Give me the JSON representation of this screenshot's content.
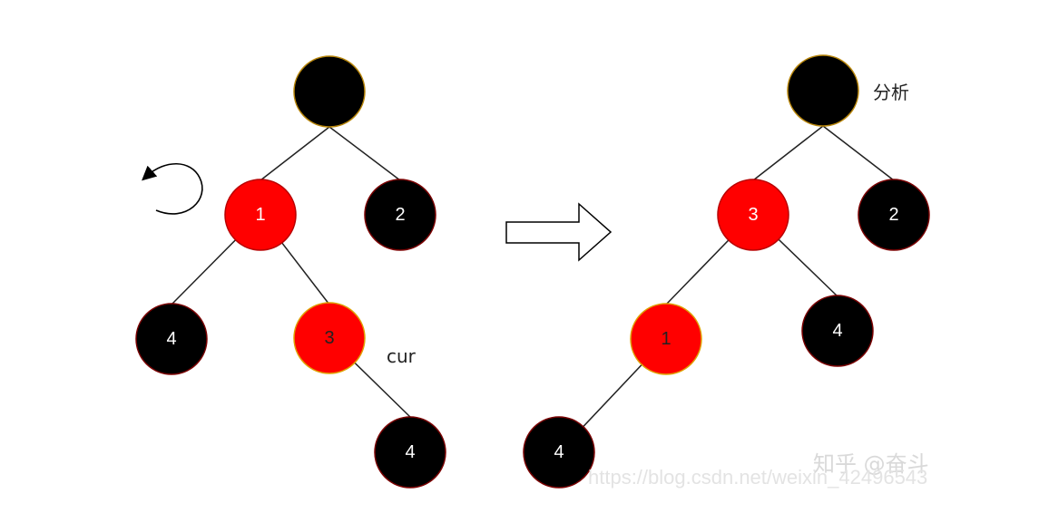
{
  "left_tree": {
    "nodes": [
      {
        "id": "root",
        "label": "",
        "color": "#000000",
        "text_color": "#ffffff"
      },
      {
        "id": "n1",
        "label": "1",
        "color": "#ff0000",
        "text_color": "#ffffff"
      },
      {
        "id": "n2",
        "label": "2",
        "color": "#000000",
        "text_color": "#ffffff"
      },
      {
        "id": "n4a",
        "label": "4",
        "color": "#000000",
        "text_color": "#ffffff"
      },
      {
        "id": "n3",
        "label": "3",
        "color": "#ff0000",
        "text_color": "#222222"
      },
      {
        "id": "n4b",
        "label": "4",
        "color": "#000000",
        "text_color": "#ffffff"
      }
    ],
    "annotation": "cur"
  },
  "right_tree": {
    "nodes": [
      {
        "id": "root",
        "label": "",
        "color": "#000000",
        "text_color": "#ffffff"
      },
      {
        "id": "n3",
        "label": "3",
        "color": "#ff0000",
        "text_color": "#ffffff"
      },
      {
        "id": "n2",
        "label": "2",
        "color": "#000000",
        "text_color": "#ffffff"
      },
      {
        "id": "n1",
        "label": "1",
        "color": "#ff0000",
        "text_color": "#222222"
      },
      {
        "id": "n4a",
        "label": "4",
        "color": "#000000",
        "text_color": "#ffffff"
      },
      {
        "id": "n4b",
        "label": "4",
        "color": "#000000",
        "text_color": "#ffffff"
      }
    ],
    "annotation": "分析"
  },
  "rotation_icon": "counterclockwise-rotation-arrow",
  "transform_icon": "right-hollow-arrow",
  "watermark": {
    "brand": "知乎 @奋斗",
    "url": "https://blog.csdn.net/weixin_42496543"
  }
}
